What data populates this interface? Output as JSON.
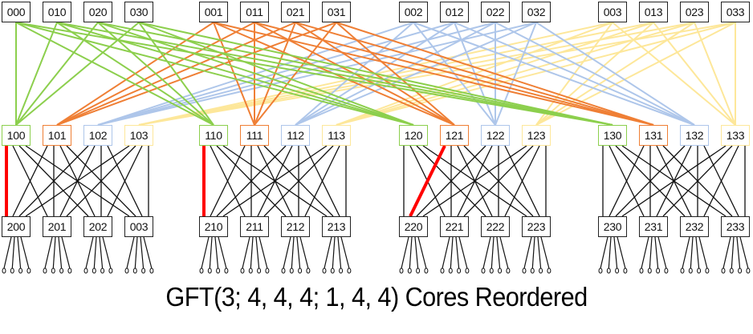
{
  "title": "GFT(3; 4, 4, 4; 1, 4, 4) Cores Reordered",
  "colors": {
    "group0": "#8ccf4d",
    "group1": "#ef7f35",
    "group2": "#aec6ea",
    "group3": "#fde79a",
    "switch_link": "#111111",
    "highlight": "#ff0000",
    "box_border": "#222222"
  },
  "core_switches": [
    {
      "label": "000",
      "group": 0
    },
    {
      "label": "010",
      "group": 0
    },
    {
      "label": "020",
      "group": 0
    },
    {
      "label": "030",
      "group": 0
    },
    {
      "label": "001",
      "group": 1
    },
    {
      "label": "011",
      "group": 1
    },
    {
      "label": "021",
      "group": 1
    },
    {
      "label": "031",
      "group": 1
    },
    {
      "label": "002",
      "group": 2
    },
    {
      "label": "012",
      "group": 2
    },
    {
      "label": "022",
      "group": 2
    },
    {
      "label": "032",
      "group": 2
    },
    {
      "label": "003",
      "group": 3
    },
    {
      "label": "013",
      "group": 3
    },
    {
      "label": "023",
      "group": 3
    },
    {
      "label": "033",
      "group": 3
    }
  ],
  "middle_switches": [
    {
      "label": "100",
      "color_group": 0
    },
    {
      "label": "101",
      "color_group": 1
    },
    {
      "label": "102",
      "color_group": 2
    },
    {
      "label": "103",
      "color_group": 3
    },
    {
      "label": "110",
      "color_group": 0
    },
    {
      "label": "111",
      "color_group": 1
    },
    {
      "label": "112",
      "color_group": 2
    },
    {
      "label": "113",
      "color_group": 3
    },
    {
      "label": "120",
      "color_group": 0
    },
    {
      "label": "121",
      "color_group": 1
    },
    {
      "label": "122",
      "color_group": 2
    },
    {
      "label": "123",
      "color_group": 3
    },
    {
      "label": "130",
      "color_group": 0
    },
    {
      "label": "131",
      "color_group": 1
    },
    {
      "label": "132",
      "color_group": 2
    },
    {
      "label": "133",
      "color_group": 3
    }
  ],
  "leaf_switches": [
    {
      "label": "200"
    },
    {
      "label": "201"
    },
    {
      "label": "202"
    },
    {
      "label": "003"
    },
    {
      "label": "210"
    },
    {
      "label": "211"
    },
    {
      "label": "212"
    },
    {
      "label": "213"
    },
    {
      "label": "220"
    },
    {
      "label": "221"
    },
    {
      "label": "222"
    },
    {
      "label": "223"
    },
    {
      "label": "230"
    },
    {
      "label": "231"
    },
    {
      "label": "232"
    },
    {
      "label": "233"
    }
  ],
  "highlighted_links": [
    {
      "from": "100",
      "to": "200"
    },
    {
      "from": "110",
      "to": "210"
    },
    {
      "from": "121",
      "to": "220"
    }
  ],
  "hosts_per_leaf": 4
}
